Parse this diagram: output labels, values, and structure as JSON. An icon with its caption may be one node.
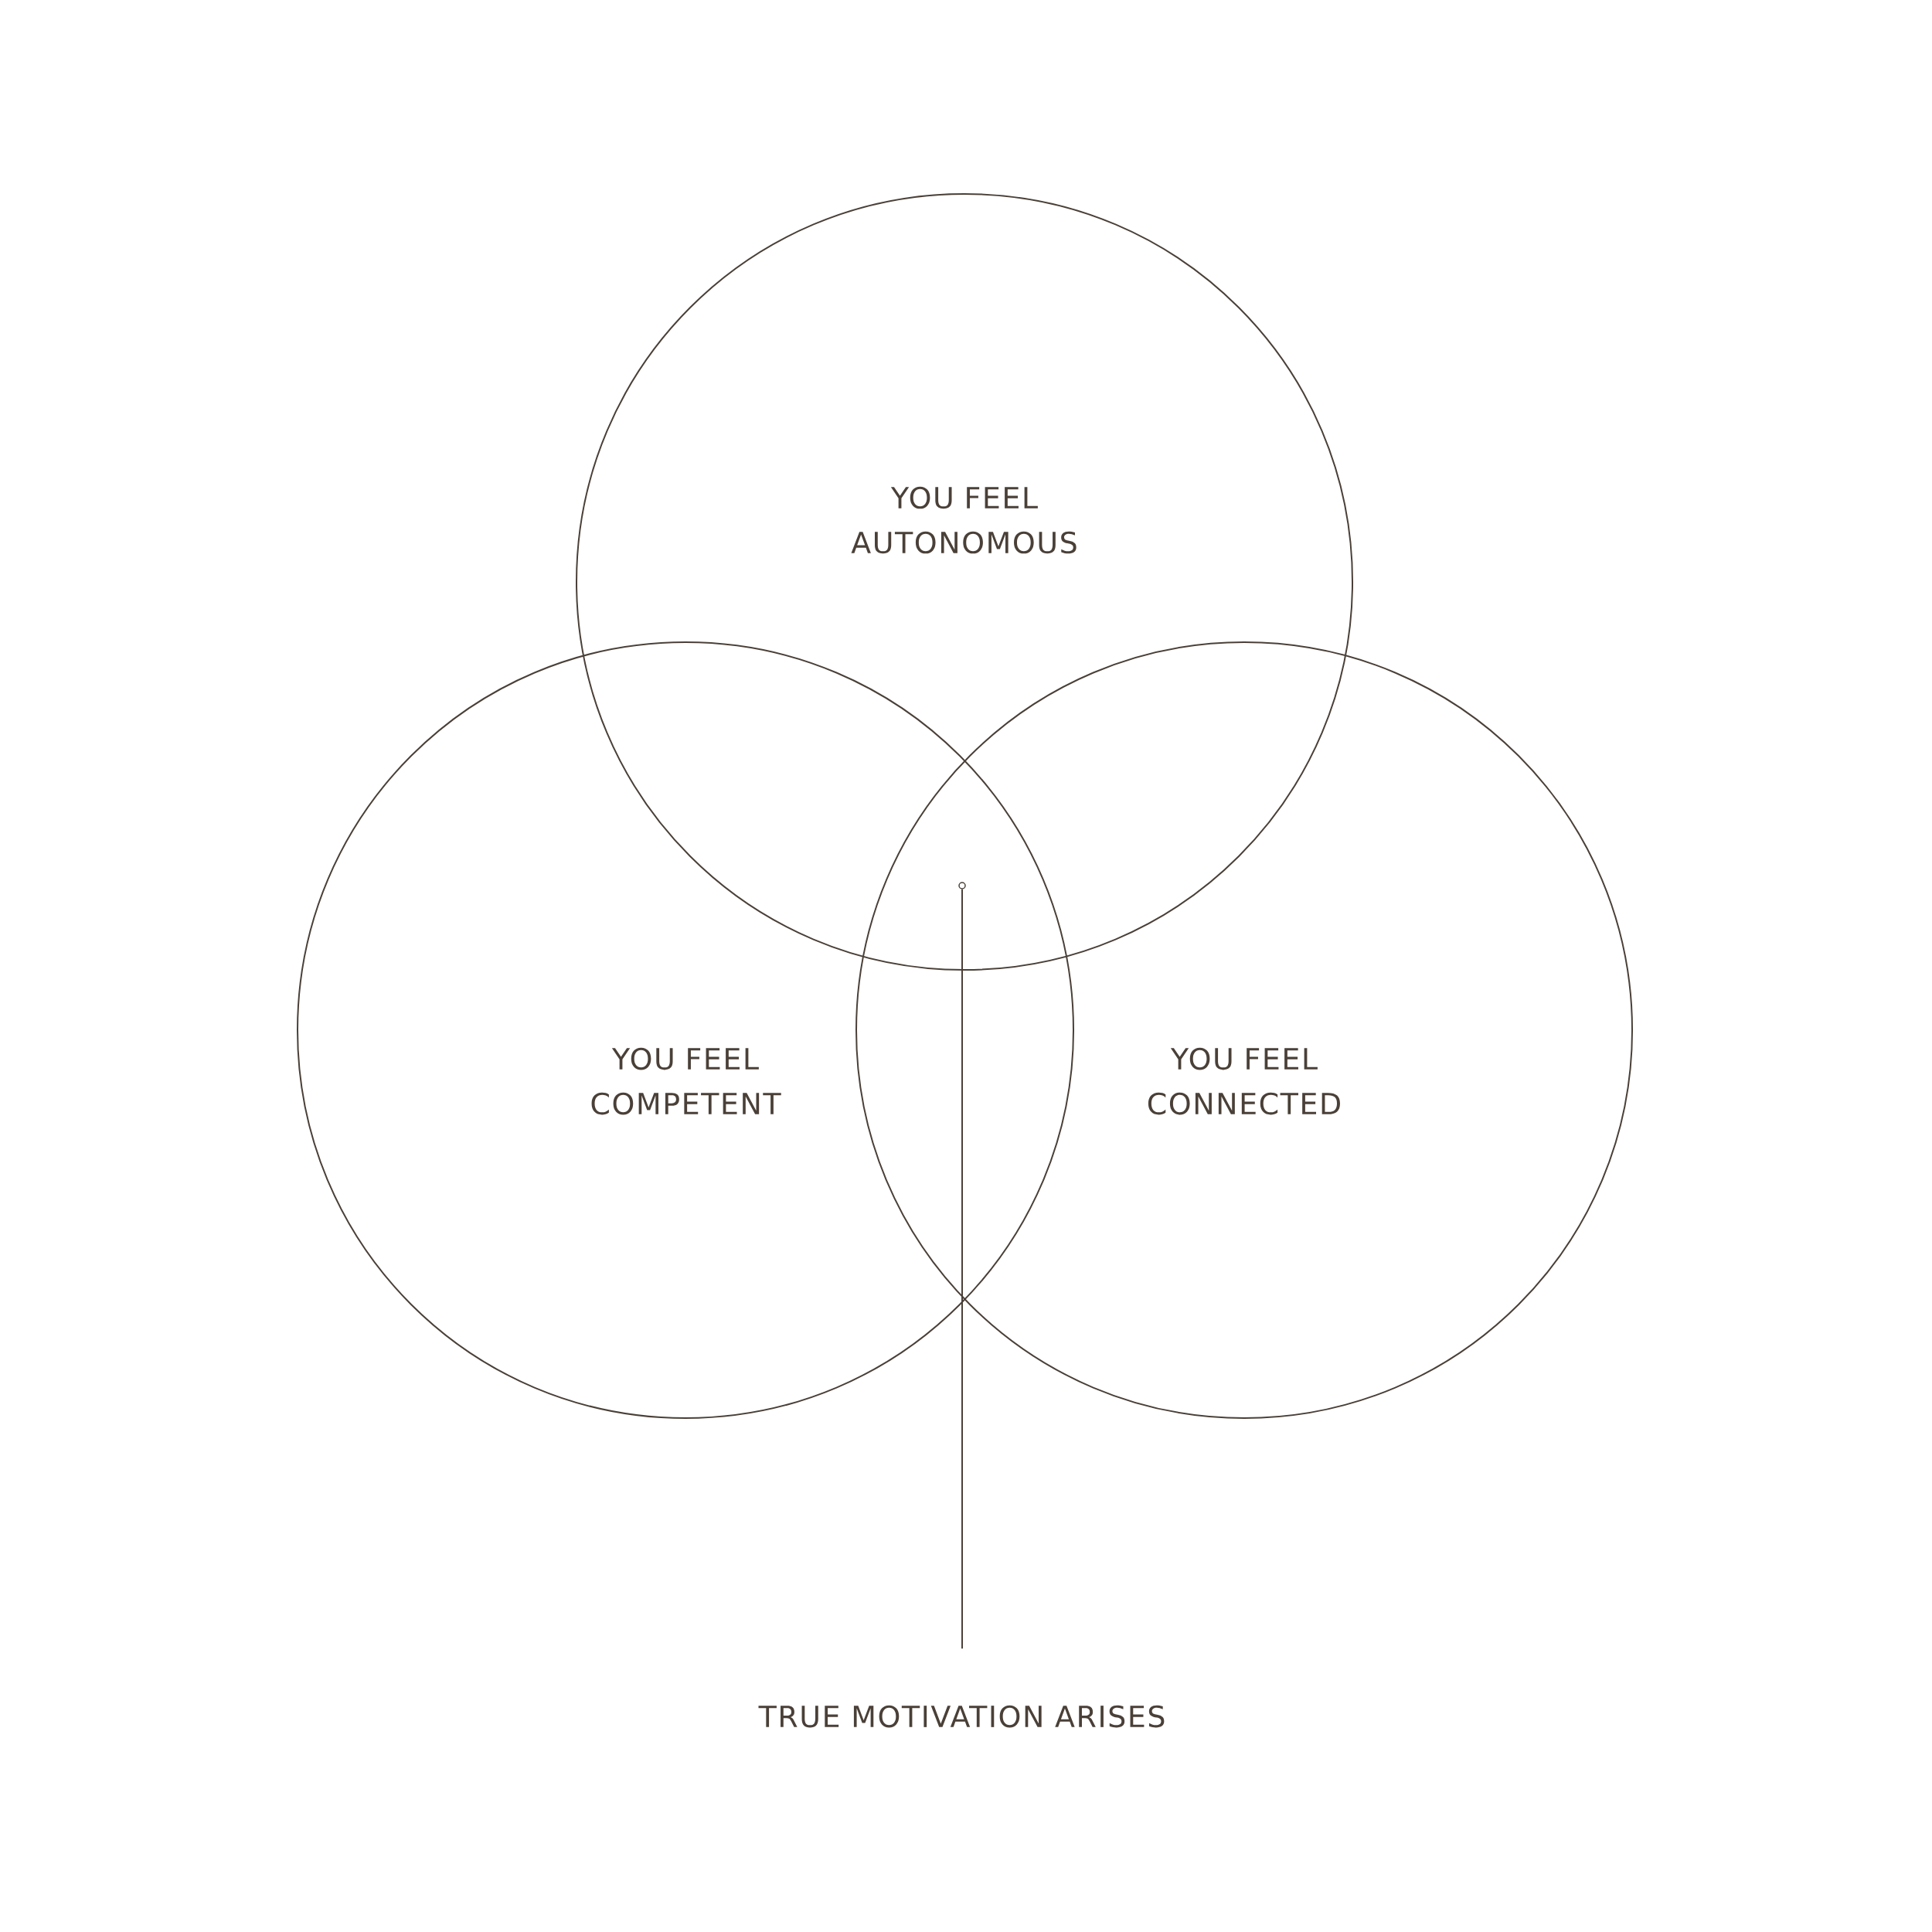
{
  "diagram": {
    "nodes": [
      {
        "text": [
          "YOU FEEL AUTONOMOUS"
        ]
      },
      {
        "text": [
          "YOU FEEL COMPETENT"
        ]
      },
      {
        "text": [
          "YOU FEEL CONNECTED"
        ]
      },
      {
        "text": [
          "TRUE MOTIVATION ARISES"
        ]
      },
      {
        "text": [],
        "shape": "circle"
      }
    ],
    "edges": [
      {
        "from": 3,
        "to": 4,
        "arrow": "none"
      }
    ]
  }
}
